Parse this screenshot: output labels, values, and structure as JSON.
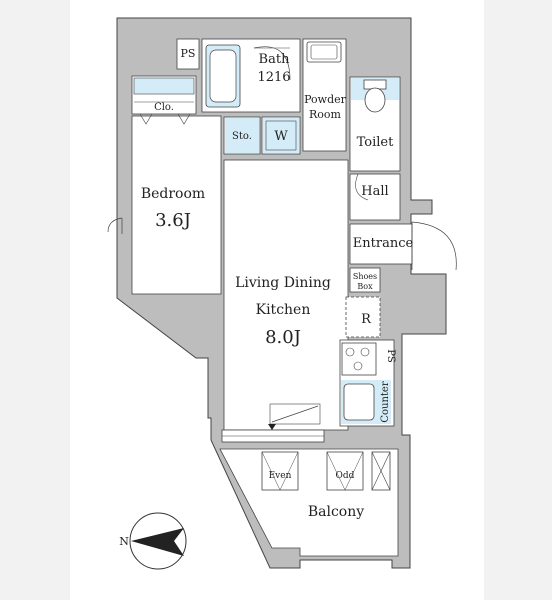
{
  "rooms": {
    "ps_top": "PS",
    "bath_name": "Bath",
    "bath_size": "1216",
    "powder_line1": "Powder",
    "powder_line2": "Room",
    "closet": "Clo.",
    "storage": "Sto.",
    "washer": "W",
    "toilet": "Toilet",
    "bedroom_name": "Bedroom",
    "bedroom_size": "3.6J",
    "hall": "Hall",
    "entrance": "Entrance",
    "shoes_line1": "Shoes",
    "shoes_line2": "Box",
    "ldk_line1": "Living Dining",
    "ldk_line2": "Kitchen",
    "ldk_size": "8.0J",
    "refrigerator": "R",
    "ps_right": "PS",
    "counter": "Counter",
    "even": "Even",
    "odd": "Odd",
    "balcony": "Balcony"
  },
  "compass": {
    "north": "N"
  },
  "colors": {
    "background": "#ffffff",
    "side_panel": "#f2f2f2",
    "wall": "#bdbdbd",
    "wall_outline": "#333333",
    "wet_area": "#d4ecf7"
  }
}
